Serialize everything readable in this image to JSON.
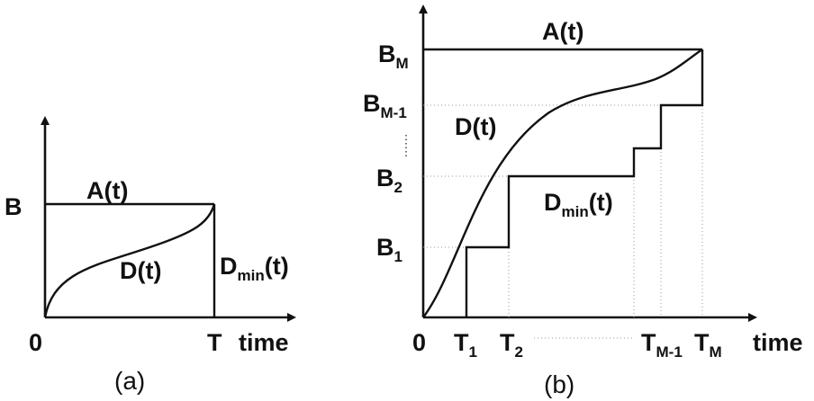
{
  "panel_a": {
    "caption": "(a)",
    "y_tick": "B",
    "x_tick_0": "0",
    "x_tick_T": "T",
    "x_axis_label": "time",
    "curve_A": "A(t)",
    "curve_D": "D(t)",
    "curve_Dmin": {
      "main": "D",
      "sub": "min",
      "tail": "(t)"
    }
  },
  "panel_b": {
    "caption": "(b)",
    "y_ticks": {
      "bm": {
        "main": "B",
        "sub": "M"
      },
      "bm1": {
        "main": "B",
        "sub": "M-1"
      },
      "b2": {
        "main": "B",
        "sub": "2"
      },
      "b1": {
        "main": "B",
        "sub": "1"
      }
    },
    "x_ticks": {
      "zero": "0",
      "t1": {
        "main": "T",
        "sub": "1"
      },
      "t2": {
        "main": "T",
        "sub": "2"
      },
      "tm1": {
        "main": "T",
        "sub": "M-1"
      },
      "tm": {
        "main": "T",
        "sub": "M"
      }
    },
    "x_axis_label": "time",
    "curve_A": "A(t)",
    "curve_D": "D(t)",
    "curve_Dmin": {
      "main": "D",
      "sub": "min",
      "tail": "(t)"
    }
  },
  "colors": {
    "ink": "#111111",
    "guide": "#999999"
  }
}
